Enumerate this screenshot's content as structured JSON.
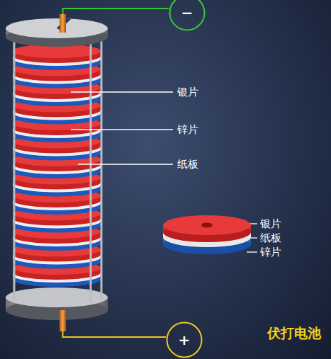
{
  "diagram": {
    "caption": "伏打电池",
    "nodes": [
      {
        "text": [
          "−"
        ]
      },
      {
        "text": [
          "+"
        ]
      }
    ],
    "labels": [
      "银片",
      "锌片",
      "纸板",
      "银片",
      "纸板",
      "锌片"
    ]
  }
}
